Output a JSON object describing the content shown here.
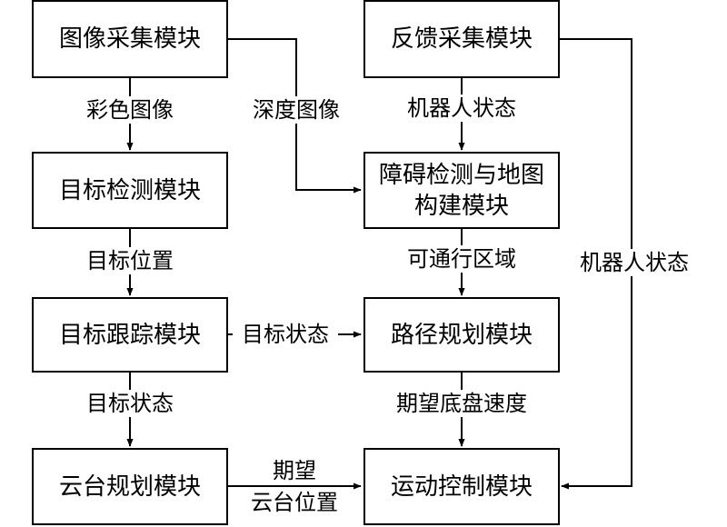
{
  "modules": {
    "image_acq": "图像采集模块",
    "feedback_acq": "反馈采集模块",
    "target_detect": "目标检测模块",
    "obstacle_map": "障碍检测与地图构建模块",
    "target_track": "目标跟踪模块",
    "path_plan": "路径规划模块",
    "gimbal_plan": "云台规划模块",
    "motion_ctrl": "运动控制模块"
  },
  "edges": {
    "color_image": "彩色图像",
    "depth_image": "深度图像",
    "robot_state_top": "机器人状态",
    "target_position": "目标位置",
    "passable_area": "可通行区域",
    "robot_state_right": "机器人状态",
    "target_state_mid": "目标状态",
    "target_state_left": "目标状态",
    "desired_chassis_speed": "期望底盘速度",
    "desired_gimbal_pos_line1": "期望",
    "desired_gimbal_pos_line2": "云台位置"
  }
}
